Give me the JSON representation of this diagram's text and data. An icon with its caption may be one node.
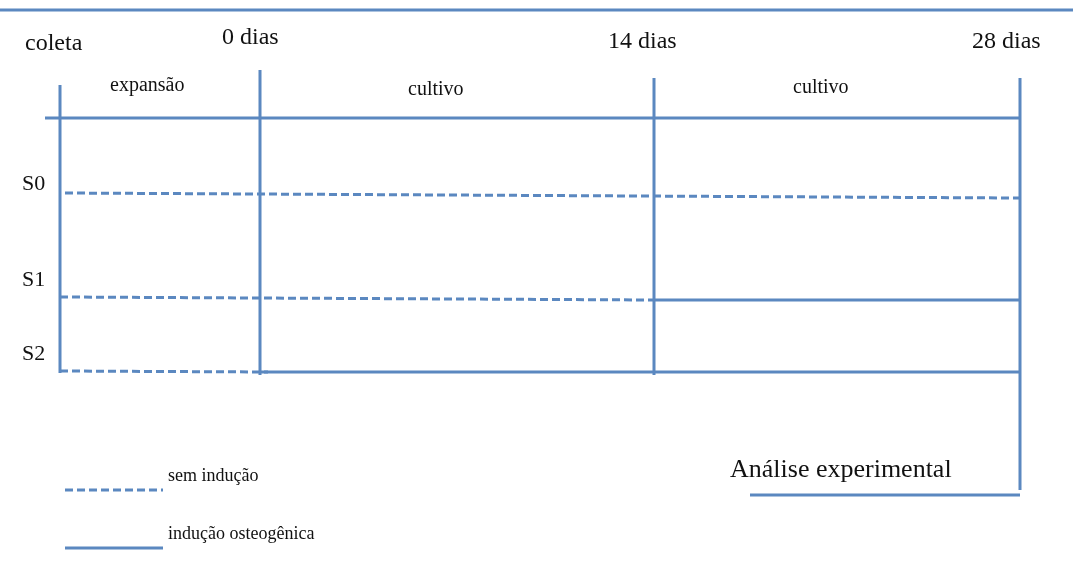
{
  "diagram": {
    "labels": [
      "coleta",
      "0 dias",
      "14 dias",
      "28 dias",
      "expansão",
      "cultivo",
      "cultivo",
      "S0",
      "S1",
      "S2",
      "Análise experimental"
    ],
    "legend": [
      {
        "text": "sem indução"
      },
      {
        "text": "indução osteogênica"
      }
    ]
  }
}
